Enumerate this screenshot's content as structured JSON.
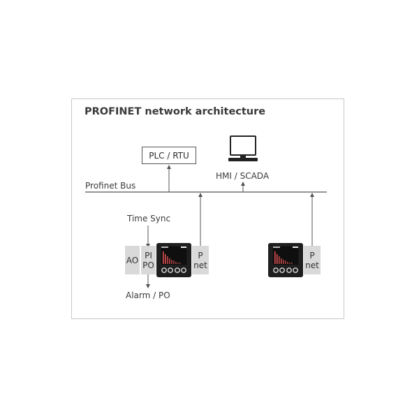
{
  "diagram": {
    "title": "PROFINET network architecture",
    "plc_label": "PLC / RTU",
    "hmi_label": "HMI / SCADA",
    "bus_label": "Profinet Bus",
    "time_sync_label": "Time Sync",
    "alarm_label": "Alarm / PO",
    "device1": {
      "ao_label": "AO",
      "pi_label": "PI",
      "po_label": "PO",
      "pnet_top": "P",
      "pnet_bottom": "net"
    },
    "device2": {
      "pnet_top": "P",
      "pnet_bottom": "net"
    },
    "colors": {
      "line": "#555555",
      "tag_bg": "#d9d9d9",
      "frame_border": "#c8c8c8",
      "device_body": "#1e1e1e"
    }
  }
}
